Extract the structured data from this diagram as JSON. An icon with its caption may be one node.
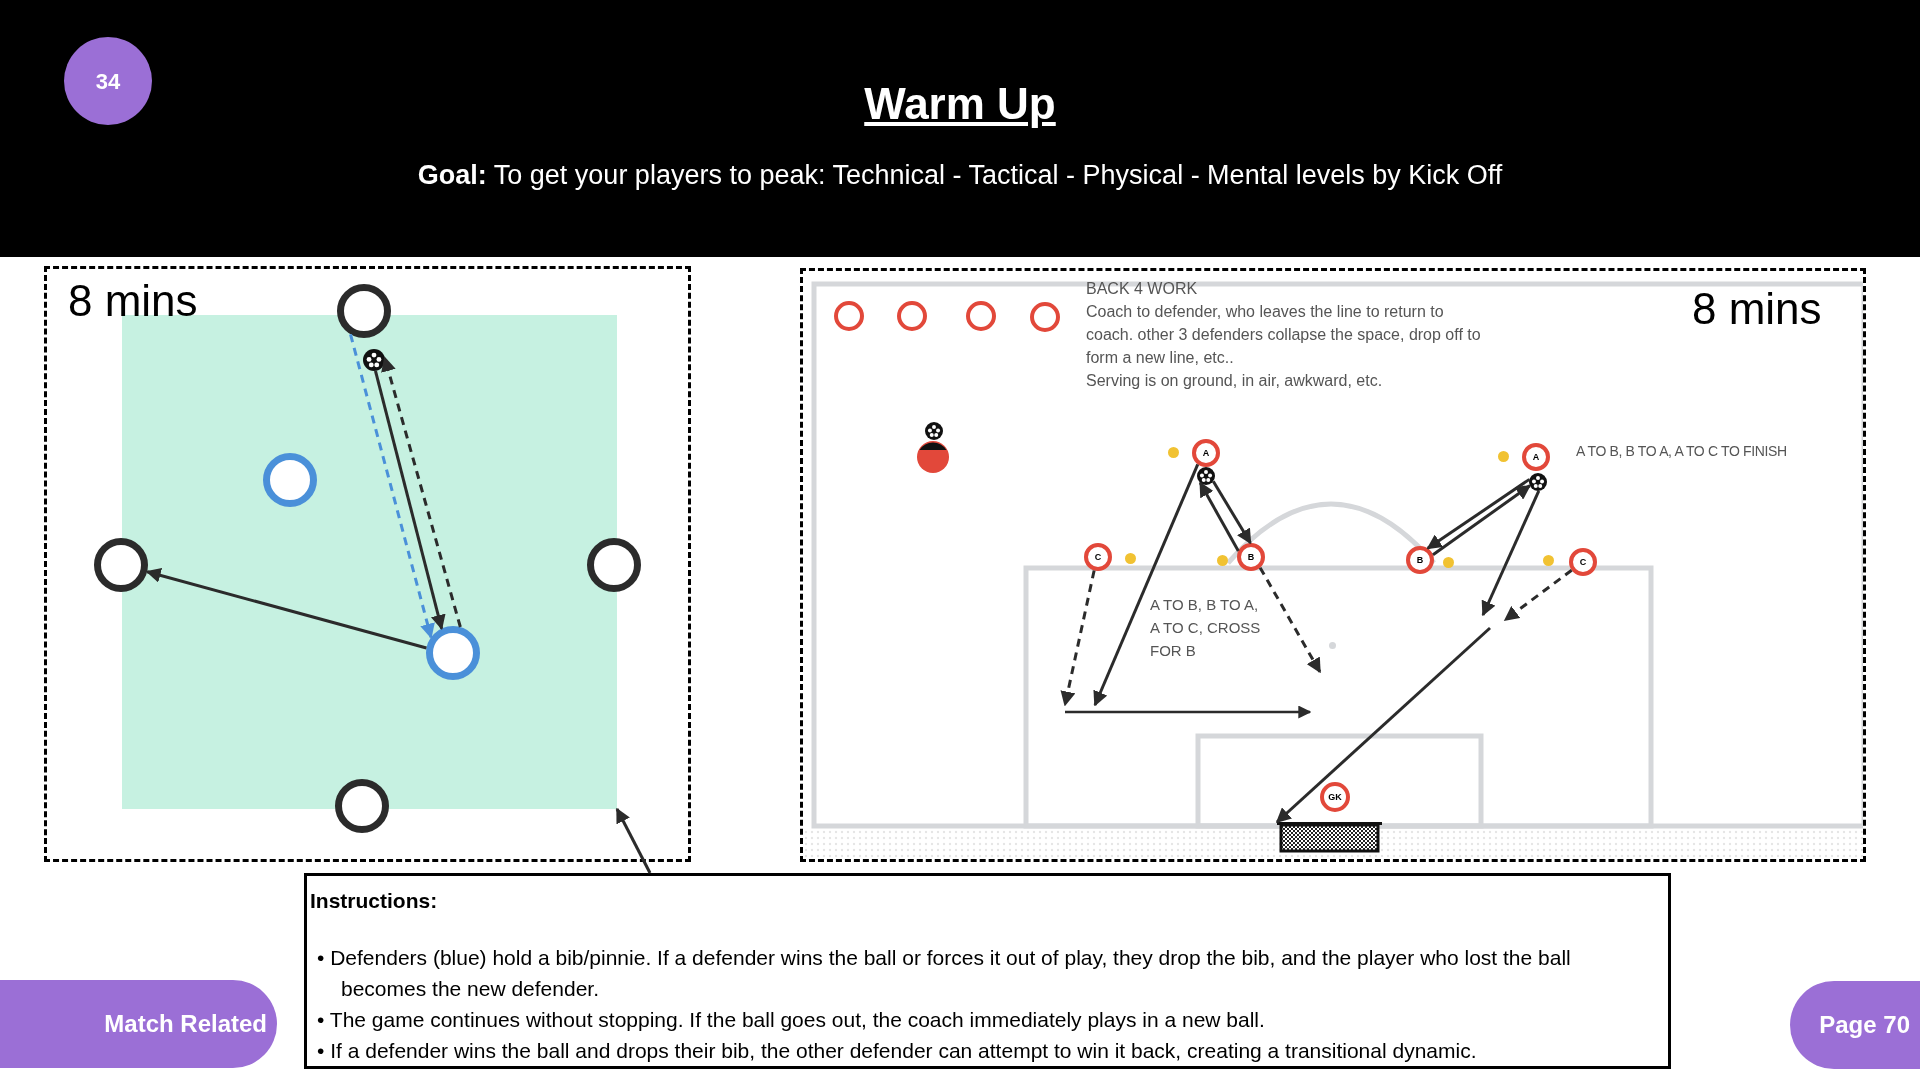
{
  "diagram": {
    "title": "Warm Up",
    "nodes": [
      {
        "text": [
          "34"
        ]
      },
      {
        "text": [
          "8 mins"
        ]
      },
      {
        "text": [],
        "shape": "box",
        "in": 1
      },
      {
        "text": [],
        "shape": "circle",
        "in": 1
      },
      {
        "text": [],
        "shape": "circle",
        "in": 2
      },
      {
        "text": [],
        "shape": "circle",
        "in": 2
      },
      {
        "text": [],
        "shape": "circle",
        "in": 1
      },
      {
        "text": [],
        "shape": "circle",
        "in": 1
      },
      {
        "text": [],
        "shape": "circle",
        "in": 2
      },
      {
        "text": [],
        "shape": "circle",
        "in": 1
      },
      {
        "text": [
          "BACK 4 WORK",
          "Coach to defender, who leaves the line to return to coach. other 3 defenders collapse the space, drop off to form a new line, etc..",
          "Serving is on ground, in air, awkward, etc.",
          "8 mins",
          "A TO B, B TO A, A TO C TO FINISH",
          "A TO B, B TO A, A TO C, CROSS FOR B"
        ]
      },
      {
        "text": [],
        "shape": "circle",
        "in": 10
      },
      {
        "text": [],
        "shape": "circle",
        "in": 10
      },
      {
        "text": [],
        "shape": "circle",
        "in": 10
      },
      {
        "text": [],
        "shape": "circle",
        "in": 10
      },
      {
        "text": [],
        "shape": "circle",
        "in": 10
      },
      {
        "text": [],
        "shape": "circle",
        "in": 10
      },
      {
        "text": [
          "A"
        ],
        "in": 10
      },
      {
        "text": [],
        "shape": "circle",
        "in": 10
      },
      {
        "text": [
          "C"
        ],
        "in": 10
      },
      {
        "text": [
          "B"
        ],
        "in": 10
      },
      {
        "text": [
          "A"
        ],
        "in": 10
      },
      {
        "text": [],
        "shape": "circle",
        "in": 10
      },
      {
        "text": [
          "B"
        ],
        "in": 10
      },
      {
        "text": [
          "C"
        ],
        "in": 10
      },
      {
        "text": [
          "GK"
        ],
        "in": 10
      },
      {
        "text": [],
        "shape": "box",
        "in": 10
      },
      {
        "text": [
          "Instructions:",
          "• Defenders (blue) hold a bib/pinnie. If a defender wins the ball or forces it out of play, they drop the bib, and the player who lost the ball becomes the new defender.",
          "• The game continues without stopping. If the ball goes out, the coach immediately plays in a new ball.",
          "• If a defender wins the ball and drops their bib, the other defender can attempt to win it back, creating a transitional dynamic."
        ]
      },
      {
        "text": [
          "Match Related"
        ]
      },
      {
        "text": [
          "Page 70"
        ]
      }
    ],
    "edges": [
      {
        "from": 4,
        "to": 8,
        "arrow": "to"
      },
      {
        "from": 8,
        "to": 4,
        "arrow": "to",
        "style": "dashed"
      },
      {
        "from": 3,
        "to": 8,
        "arrow": "to",
        "style": "dashed",
        "color": "#4a90d9"
      },
      {
        "from": 8,
        "to": 6,
        "arrow": "to"
      },
      {
        "from": 27,
        "to": 2,
        "arrow": "to"
      },
      {
        "from": 18,
        "to": 20,
        "arrow": "to"
      },
      {
        "from": 20,
        "to": 18,
        "arrow": "to"
      },
      {
        "from": 17,
        "to": null,
        "arrow": "to"
      },
      {
        "from": 19,
        "to": null,
        "arrow": "to",
        "style": "dashed"
      },
      {
        "from": 20,
        "to": null,
        "arrow": "to",
        "style": "dashed"
      },
      {
        "from": 22,
        "to": 23,
        "arrow": "to"
      },
      {
        "from": 23,
        "to": 22,
        "arrow": "to"
      },
      {
        "from": 22,
        "to": null,
        "arrow": "to"
      },
      {
        "from": 24,
        "to": null,
        "arrow": "to",
        "style": "dashed"
      },
      {
        "from": null,
        "to": 26,
        "arrow": "to"
      }
    ],
    "labels": [
      "**Goal:** To get your players to peak: Technical - Tactical - Physical - Mental levels by Kick Off"
    ]
  }
}
